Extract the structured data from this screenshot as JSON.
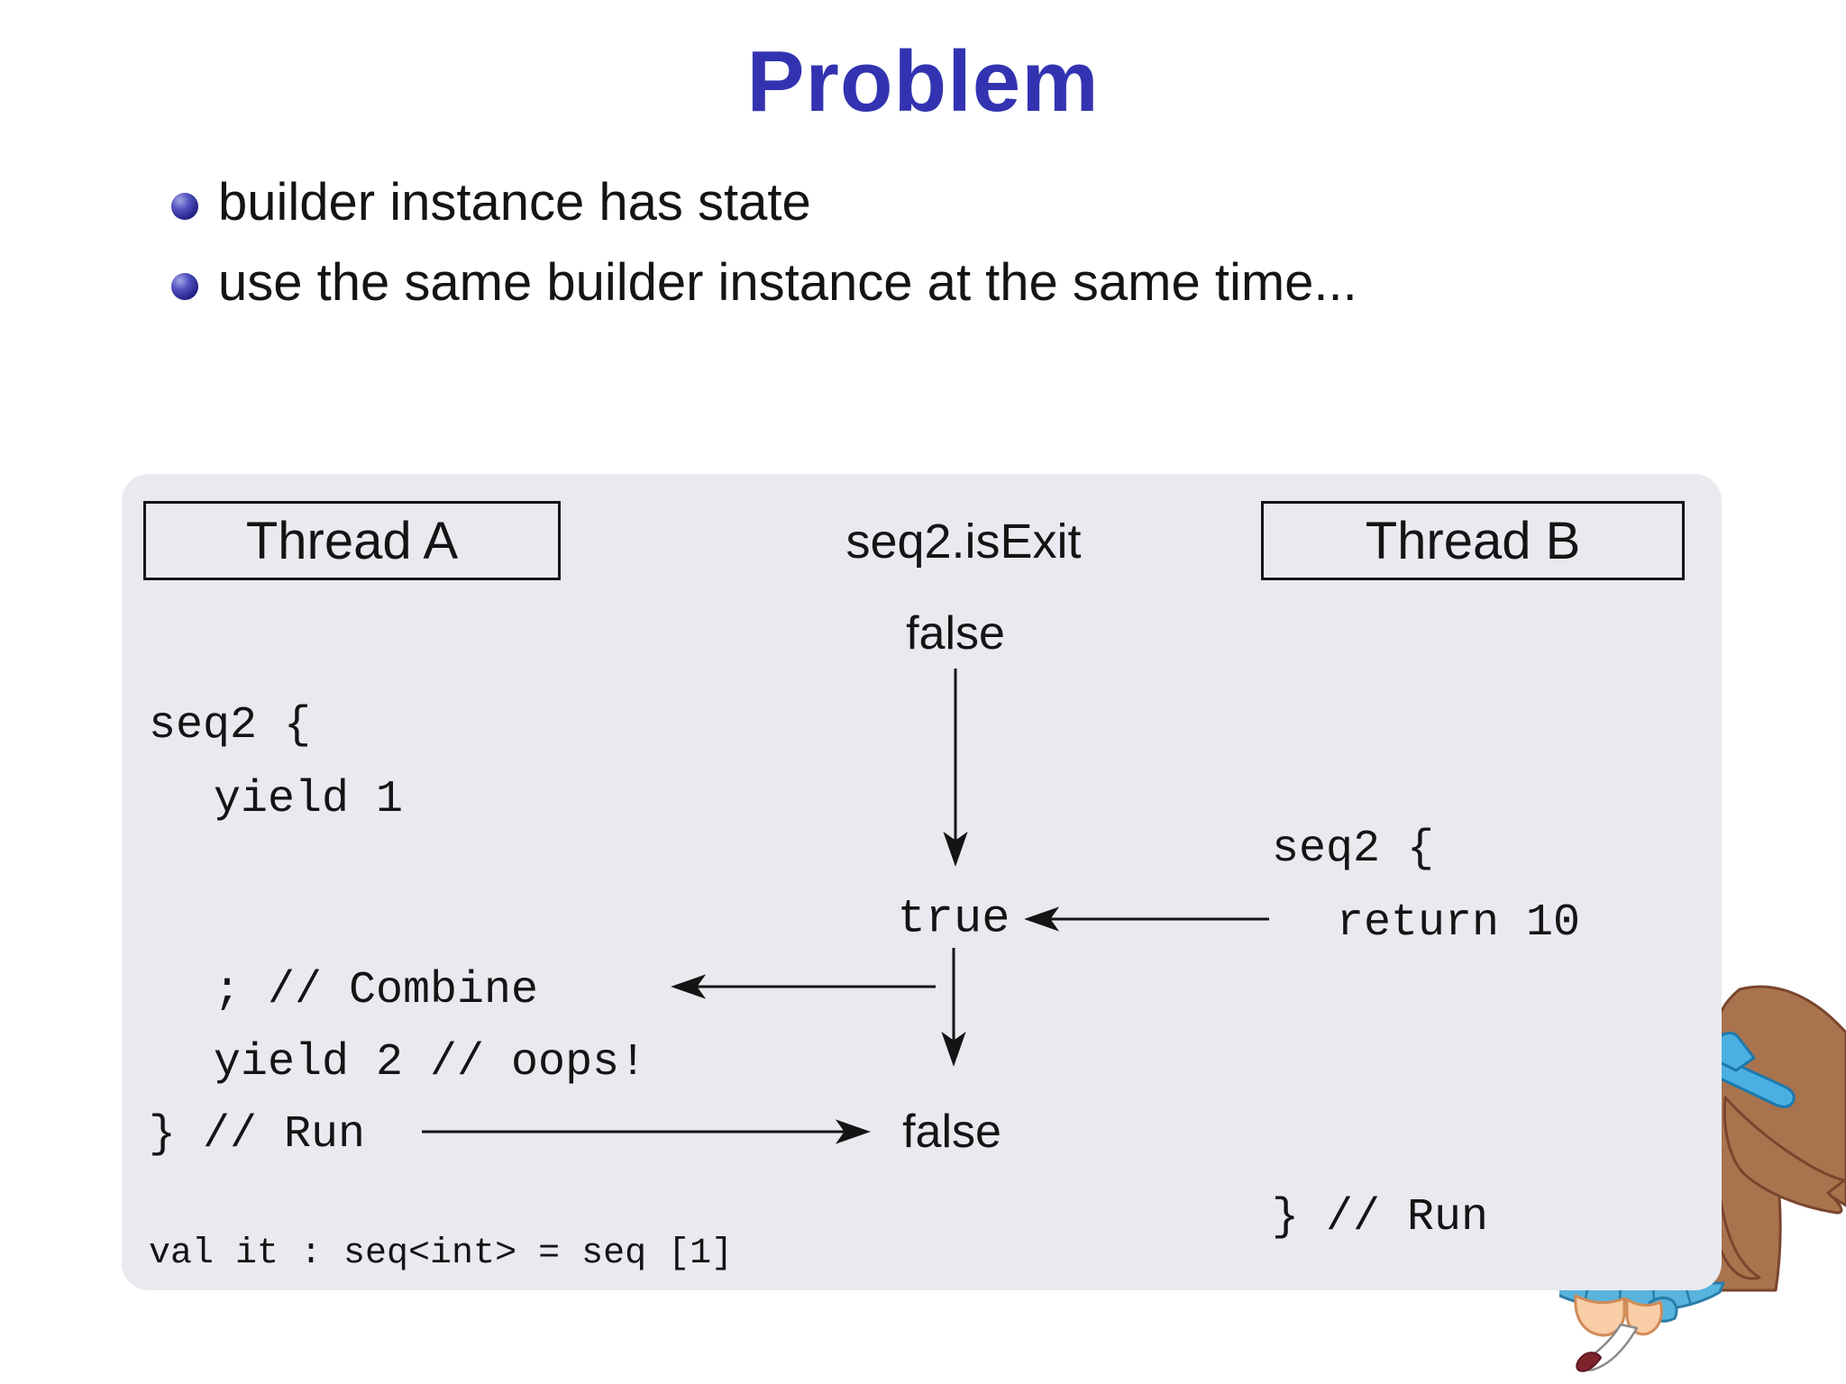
{
  "slide": {
    "title": "Problem",
    "bullets": [
      "builder instance has state",
      "use the same builder instance at the same time..."
    ]
  },
  "diagram": {
    "thread_a": {
      "label": "Thread A",
      "code": [
        "seq2 {",
        "yield 1",
        "; // Combine",
        "yield 2 // oops!",
        "} // Run"
      ],
      "result": "val it : seq<int> = seq [1]"
    },
    "thread_b": {
      "label": "Thread B",
      "code": [
        "seq2 {",
        "return 10",
        "} // Run"
      ]
    },
    "monitor": {
      "label": "seq2.isExit",
      "states": [
        "false",
        "true",
        "false"
      ]
    }
  },
  "colors": {
    "title_blue": "#3333b2",
    "panel_gray": "#e9e9ef",
    "text": "#141414",
    "mascot_hair": "#a8734d",
    "mascot_hair_line": "#7a452e",
    "mascot_blue": "#4ab0e4",
    "mascot_skin": "#f9cda6"
  },
  "mascot": {
    "name": "anime-girl-peeking-mascot"
  }
}
